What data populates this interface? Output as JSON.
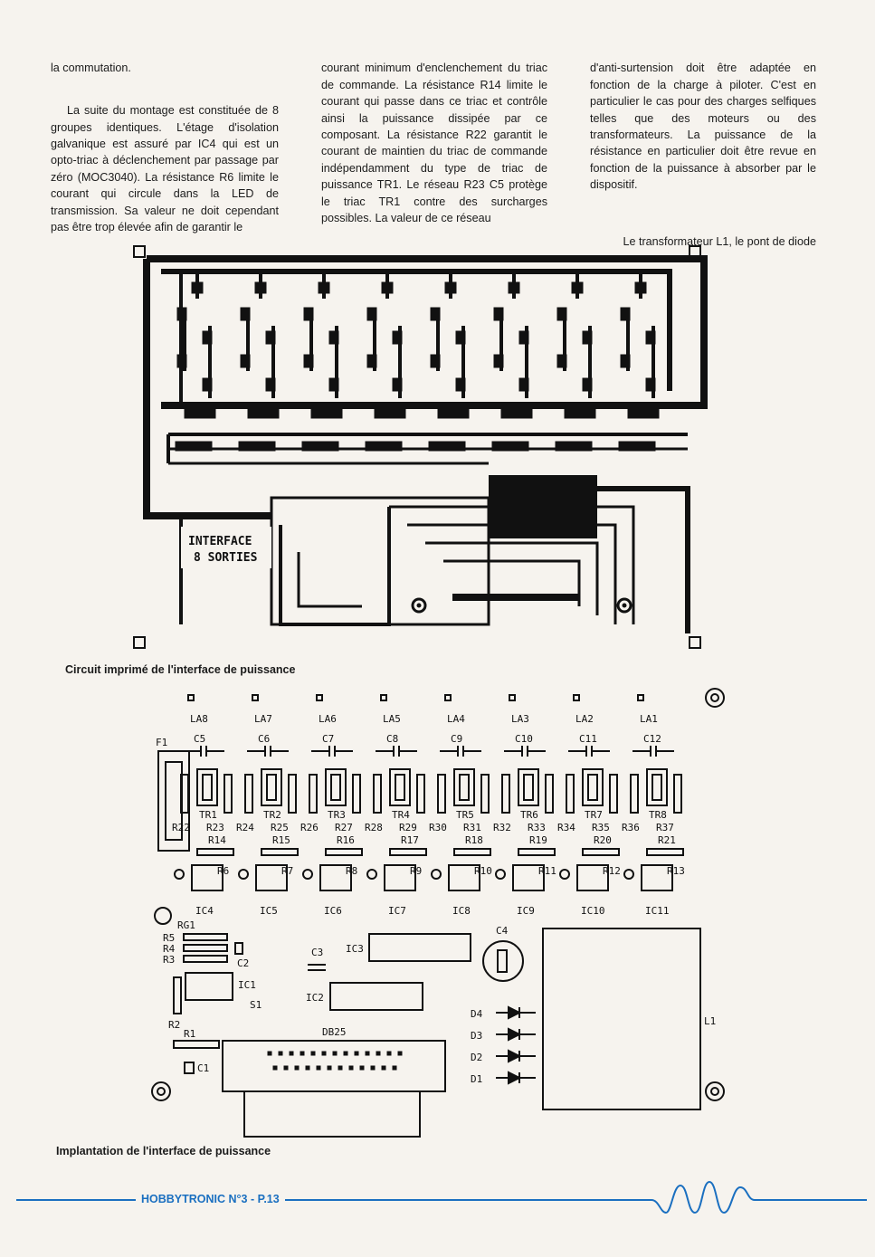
{
  "article": {
    "col1": [
      "la commutation.",
      "La suite du montage est constituée de 8 groupes identiques. L'étage d'isolation galvanique est assuré par IC4 qui est un opto-triac à déclenchement par passage par zéro (MOC3040). La résistance R6 limite le courant qui circule dans la LED de transmission. Sa valeur ne doit cependant pas être trop élevée afin de garantir le"
    ],
    "col2": [
      "courant minimum d'enclenchement du triac de commande. La résistance R14 limite le courant qui passe dans ce triac et contrôle ainsi la puissance dissipée par ce composant. La résistance R22 garantit le courant de maintien du triac de commande indépendamment du type de triac de puissance TR1. Le réseau R23 C5 protège le triac TR1 contre des surcharges possibles. La valeur de ce réseau"
    ],
    "col3": [
      "d'anti-surtension doit être adaptée en fonction de la charge à piloter. C'est en particulier le cas pour des charges selfiques telles que des moteurs ou des transformateurs. La puissance de la résistance en particulier doit être revue en fonction de la puissance à absorber par le dispositif.",
      "Le transformateur L1, le pont de diode"
    ]
  },
  "figures": {
    "pcb_caption": "Circuit imprimé de l'interface de puissance",
    "layout_caption": "Implantation de l'interface de puissance",
    "pcb_label_line1": "INTERFACE",
    "pcb_label_line2": "8 SORTIES"
  },
  "components": {
    "outputs": [
      "LA8",
      "LA7",
      "LA6",
      "LA5",
      "LA4",
      "LA3",
      "LA2",
      "LA1"
    ],
    "caps": [
      "C5",
      "C6",
      "C7",
      "C8",
      "C9",
      "C10",
      "C11",
      "C12"
    ],
    "triacs": [
      "TR1",
      "TR2",
      "TR3",
      "TR4",
      "TR5",
      "TR6",
      "TR7",
      "TR8"
    ],
    "r_pairs": [
      "R22",
      "R23",
      "R24",
      "R25",
      "R26",
      "R27",
      "R28",
      "R29",
      "R30",
      "R31",
      "R32",
      "R33",
      "R34",
      "R35",
      "R36",
      "R37"
    ],
    "r_limit": [
      "R14",
      "R15",
      "R16",
      "R17",
      "R18",
      "R19",
      "R20",
      "R21"
    ],
    "r_led": [
      "R6",
      "R7",
      "R8",
      "R9",
      "R10",
      "R11",
      "R12",
      "R13"
    ],
    "opto": [
      "IC4",
      "IC5",
      "IC6",
      "IC7",
      "IC8",
      "IC9",
      "IC10",
      "IC11"
    ],
    "misc": {
      "fuse": "F1",
      "reg": "RG1",
      "r5": "R5",
      "r4": "R4",
      "r3": "R3",
      "c2": "C2",
      "ic1": "IC1",
      "s1": "S1",
      "r2": "R2",
      "r1": "R1",
      "c1": "C1",
      "c3": "C3",
      "ic3": "IC3",
      "ic2": "IC2",
      "c4": "C4",
      "db25": "DB25",
      "d4": "D4",
      "d3": "D3",
      "d2": "D2",
      "d1": "D1",
      "l1": "L1"
    }
  },
  "footer": {
    "text": "HOBBYTRONIC N°3 - P.13"
  },
  "colors": {
    "accent": "#1a6fc0",
    "ink": "#111111",
    "paper": "#f6f3ee"
  }
}
